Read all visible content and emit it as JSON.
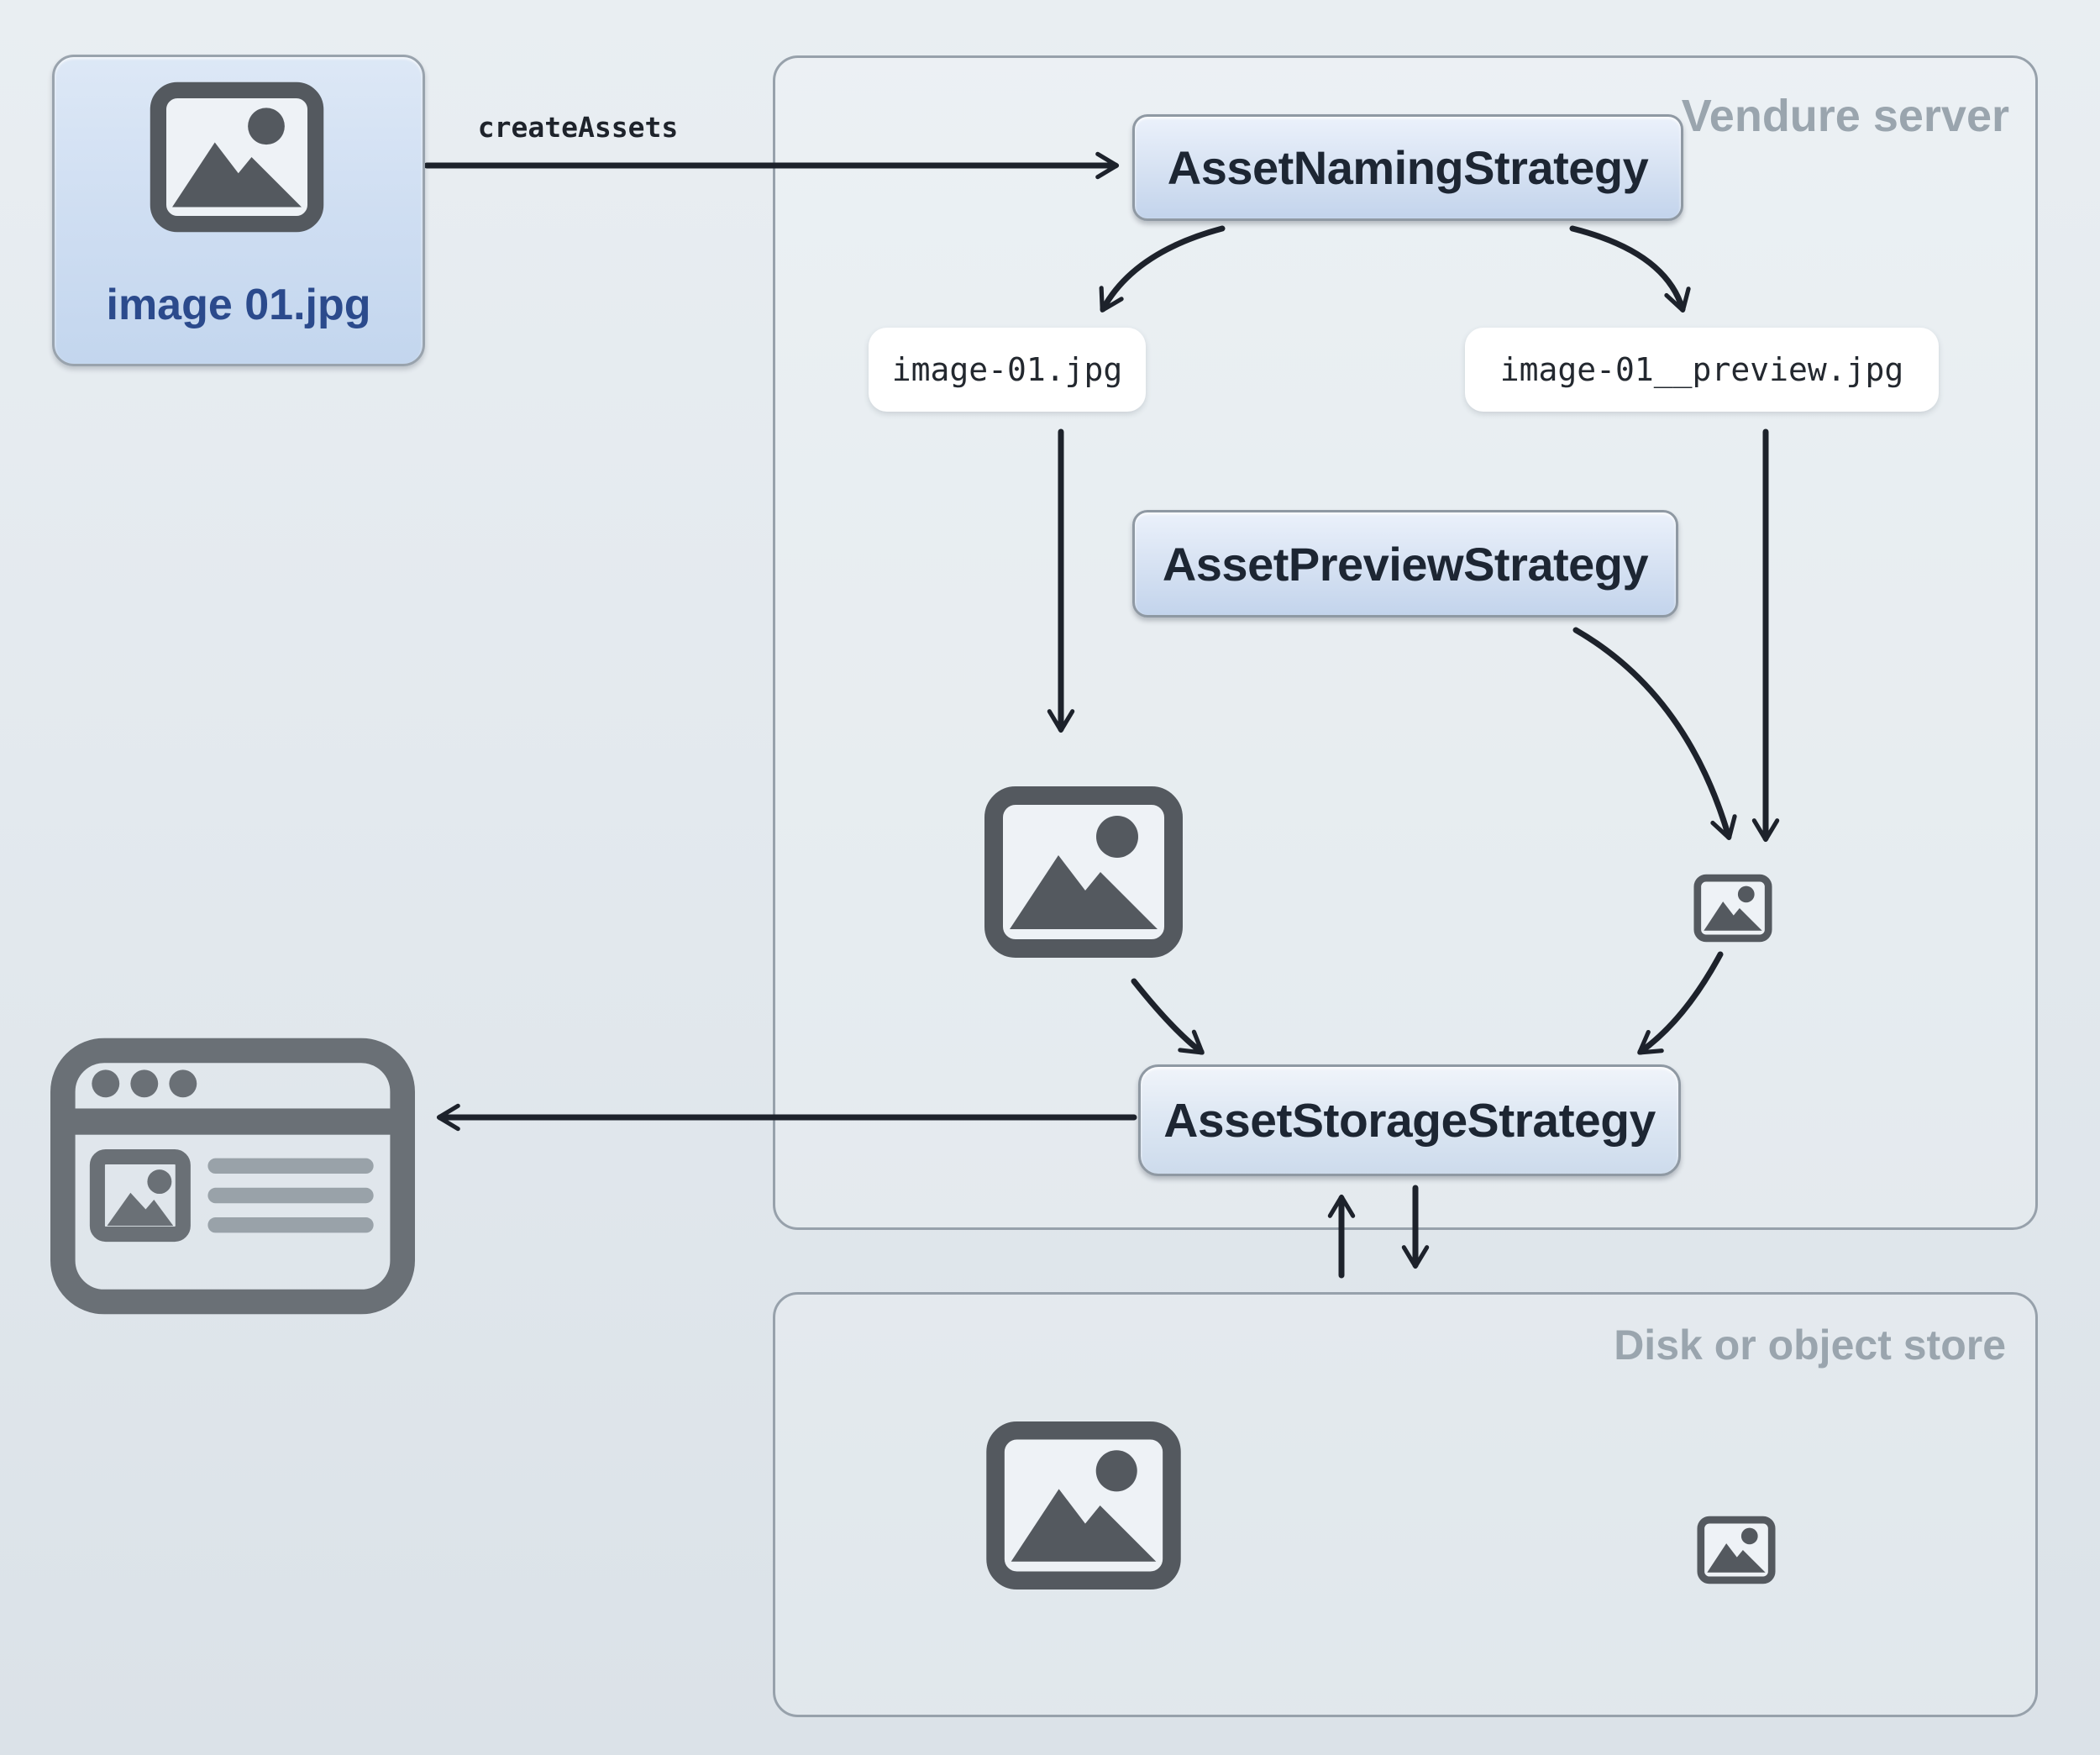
{
  "source_file": {
    "label": "image 01.jpg"
  },
  "flow": {
    "create_assets_label": "createAssets"
  },
  "vendure_server": {
    "title": "Vendure server",
    "asset_naming_strategy": "AssetNamingStrategy",
    "asset_preview_strategy": "AssetPreviewStrategy",
    "asset_storage_strategy": "AssetStorageStrategy",
    "source_filename": "image-01.jpg",
    "preview_filename": "image-01__preview.jpg"
  },
  "disk_store": {
    "title": "Disk or object store"
  },
  "icons": {
    "source_image_icon": "photo-placeholder",
    "server_original_image_icon": "photo-placeholder",
    "server_preview_image_icon": "photo-placeholder-small",
    "disk_original_image_icon": "photo-placeholder",
    "disk_preview_image_icon": "photo-placeholder-small",
    "storefront_browser_icon": "browser-window"
  },
  "colors": {
    "background_top": "#e9eef2",
    "background_bottom": "#dbe2e8",
    "accent_blue_text": "#2b4a8c",
    "strategy_box_text": "#1d2633",
    "muted_container_label": "#9aa5ae",
    "arrow": "#1d222b",
    "image_icon_gray": "#54595f",
    "browser_icon_gray": "#6a7076",
    "filename_chip_bg": "#ffffff"
  }
}
